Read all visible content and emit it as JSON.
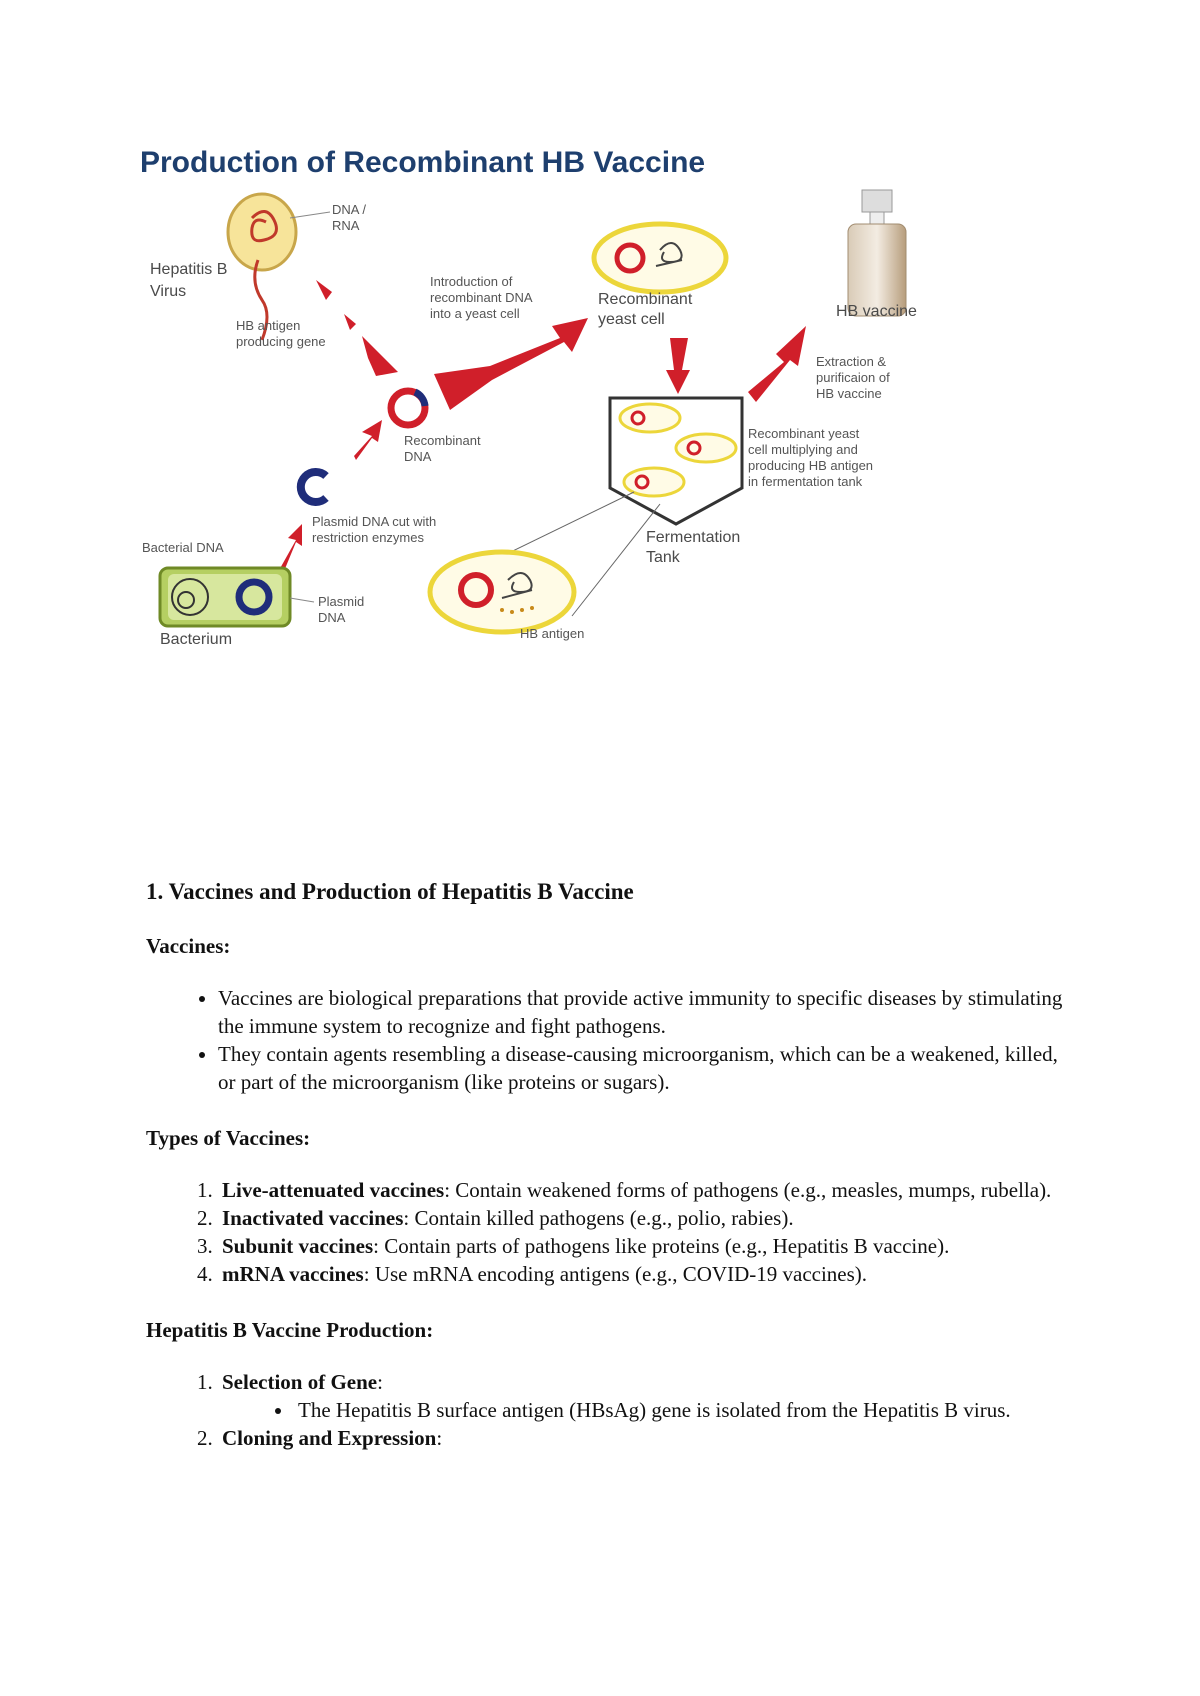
{
  "figure": {
    "title": "Production of Recombinant HB Vaccine",
    "labels": {
      "dna_rna": [
        "DNA /",
        "RNA"
      ],
      "hepatitis_b_virus": [
        "Hepatitis B",
        "Virus"
      ],
      "hb_antigen_gene": [
        "HB antigen",
        "producing gene"
      ],
      "introduction": [
        "Introduction of",
        "recombinant DNA",
        "into a yeast cell"
      ],
      "recombinant_yeast_cell": [
        "Recombinant",
        "yeast cell"
      ],
      "hb_vaccine": "HB vaccine",
      "extraction": [
        "Extraction &",
        "purificaion of",
        "HB vaccine"
      ],
      "recombinant_dna": [
        "Recombinant",
        "DNA"
      ],
      "multiplying": [
        "Recombinant yeast",
        "cell multiplying and",
        "producing HB antigen",
        "in fermentation tank"
      ],
      "plasmid_cut": [
        "Plasmid DNA cut with",
        "restriction enzymes"
      ],
      "bacterial_dna": "Bacterial DNA",
      "fermentation_tank": [
        "Fermentation",
        "Tank"
      ],
      "plasmid_dna": [
        "Plasmid",
        "DNA"
      ],
      "bacterium": "Bacterium",
      "hb_antigen": "HB antigen"
    }
  },
  "doc": {
    "title": "1. Vaccines and Production of Hepatitis B Vaccine",
    "vaccines_heading": "Vaccines:",
    "vaccines_bullets": [
      "Vaccines are biological preparations that provide active immunity to specific diseases by stimulating the immune system to recognize and fight pathogens.",
      "They contain agents resembling a disease-causing microorganism, which can be a weakened, killed, or part of the microorganism (like proteins or sugars)."
    ],
    "types_heading": "Types of Vaccines:",
    "types": [
      {
        "term": "Live-attenuated vaccines",
        "desc": ": Contain weakened forms of pathogens (e.g., measles, mumps, rubella)."
      },
      {
        "term": "Inactivated vaccines",
        "desc": ": Contain killed pathogens (e.g., polio, rabies)."
      },
      {
        "term": "Subunit vaccines",
        "desc": ": Contain parts of pathogens like proteins (e.g., Hepatitis B vaccine)."
      },
      {
        "term": "mRNA vaccines",
        "desc": ": Use mRNA encoding antigens (e.g., COVID-19 vaccines)."
      }
    ],
    "production_heading": "Hepatitis B Vaccine Production:",
    "production_steps": [
      {
        "term": "Selection of Gene",
        "desc": ":",
        "sub": "The Hepatitis B surface antigen (HBsAg) gene is isolated from the Hepatitis B virus."
      },
      {
        "term": "Cloning and Expression",
        "desc": ":"
      }
    ]
  }
}
